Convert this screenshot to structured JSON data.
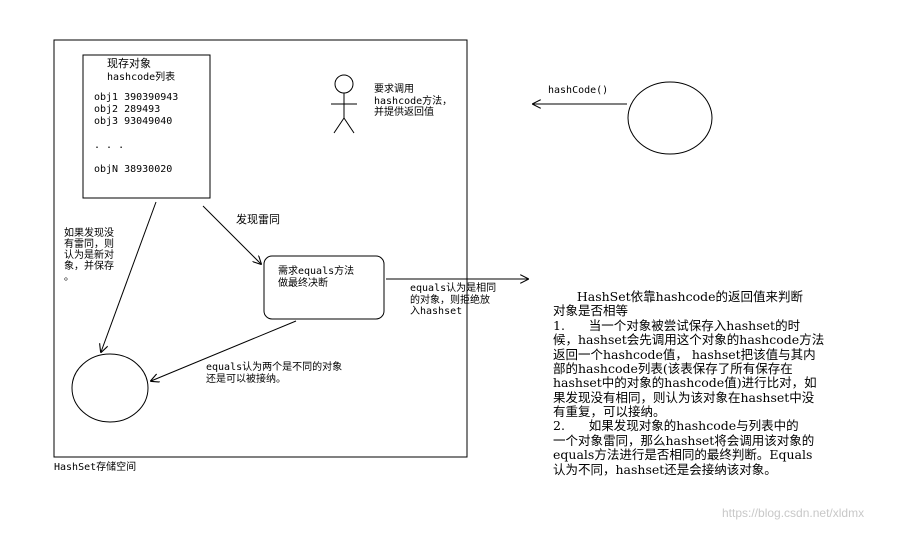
{
  "storage_label": "HashSet存储空间",
  "list_box": {
    "title_line1": "现存对象",
    "title_line2": "hashcode列表",
    "items": [
      "obj1 390390943",
      "obj2 289493",
      "obj3 93049040",
      ". . .",
      "objN 38930020"
    ]
  },
  "person_note": "要求调用\nhashcode方法，\n并提供返回值",
  "arrow_hashcode_label": "hashCode()",
  "found_same_label": "发现雷同",
  "not_found_note": "如果发现没\n有雷同，则\n认为是新对\n象，并保存\n。",
  "equals_box": "需求equals方法\n做最终决断",
  "equals_reject_note": "equals认为是相同\n的对象，则拒绝放\n入hashset",
  "equals_accept_note": "equals认为两个是不同的对象\n还是可以被接纳。",
  "description": "      HashSet依靠hashcode的返回值来判断\n对象是否相等\n1.      当一个对象被尝试保存入hashset的时\n候，hashset会先调用这个对象的hashcode方法\n返回一个hashcode值， hashset把该值与其内\n部的hashcode列表(该表保存了所有保存在\nhashset中的对象的hashcode值)进行比对，如\n果发现没有相同，则认为该对象在hashset中没\n有重复，可以接纳。\n2.      如果发现对象的hashcode与列表中的\n一个对象雷同，那么hashset将会调用该对象的\nequals方法进行是否相同的最终判断。Equals\n认为不同，hashset还是会接纳该对象。",
  "watermark": "https://blog.csdn.net/xldmx"
}
